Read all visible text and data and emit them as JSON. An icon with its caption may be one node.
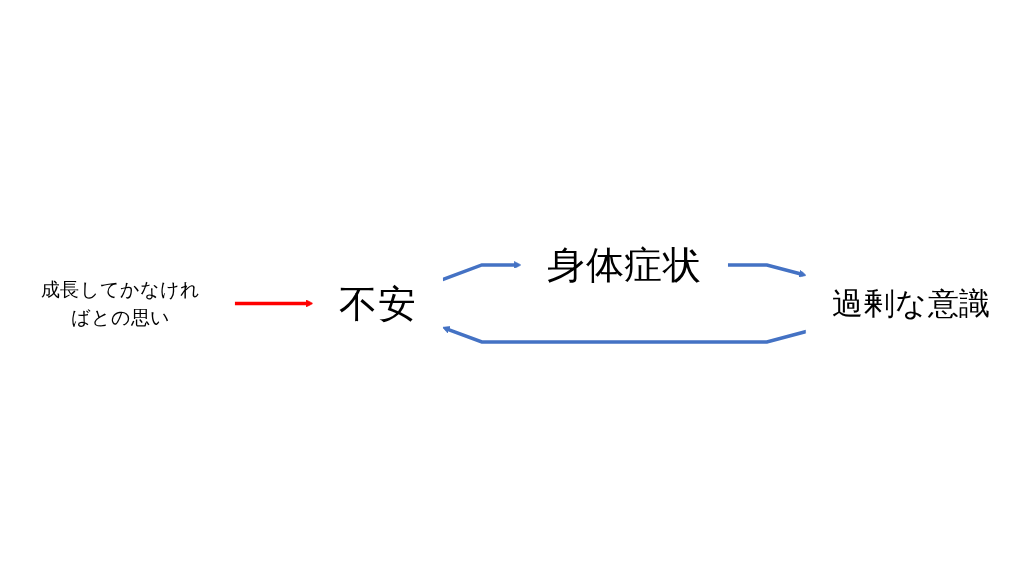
{
  "diagram": {
    "nodes": [
      {
        "text": [
          "成長してかなければとの思い"
        ]
      },
      {
        "text": [
          "不安"
        ]
      },
      {
        "text": [
          "身体症状"
        ]
      },
      {
        "text": [
          "過剰な意識"
        ]
      }
    ],
    "edges": [
      {
        "from": 0,
        "to": 1,
        "arrow": "to",
        "color": "#ff0000"
      },
      {
        "from": 1,
        "to": 2,
        "arrow": "to"
      },
      {
        "from": 2,
        "to": 3,
        "arrow": "to"
      },
      {
        "from": 3,
        "to": 1,
        "arrow": "to"
      }
    ]
  }
}
